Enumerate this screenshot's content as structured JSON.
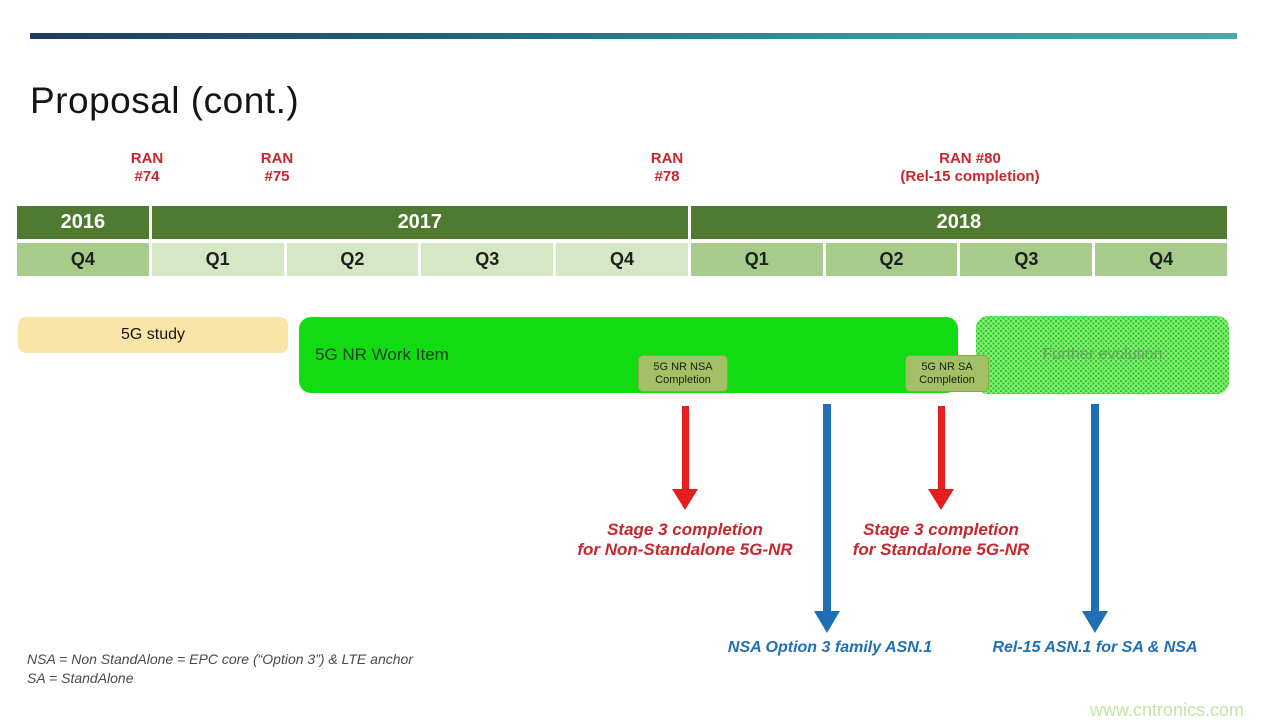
{
  "page": {
    "title": "Proposal (cont.)",
    "watermark": "www.cntronics.com"
  },
  "ran_milestones": [
    {
      "line1": "RAN",
      "line2": "#74"
    },
    {
      "line1": "RAN",
      "line2": "#75"
    },
    {
      "line1": "RAN",
      "line2": "#78"
    },
    {
      "line1": "RAN #80",
      "line2": "(Rel-15 completion)"
    }
  ],
  "timeline": {
    "years": [
      {
        "label": "2016"
      },
      {
        "label": "2017"
      },
      {
        "label": "2018"
      }
    ],
    "quarters": [
      "Q4",
      "Q1",
      "Q2",
      "Q3",
      "Q4",
      "Q1",
      "Q2",
      "Q3",
      "Q4"
    ]
  },
  "bars": {
    "study": {
      "label": "5G study"
    },
    "work_item": {
      "label": "5G NR Work Item"
    },
    "further": {
      "label": "Further evolution"
    }
  },
  "milestone_boxes": [
    {
      "line1": "5G NR NSA",
      "line2": "Completion"
    },
    {
      "line1": "5G NR SA",
      "line2": "Completion"
    }
  ],
  "annotations": {
    "stage3_nsa": {
      "line1": "Stage 3 completion",
      "line2": "for Non-Standalone 5G-NR"
    },
    "stage3_sa": {
      "line1": "Stage 3 completion",
      "line2": "for Standalone 5G-NR"
    },
    "asn1_nsa": "NSA Option 3  family ASN.1",
    "asn1_rel15": "Rel-15 ASN.1 for SA & NSA"
  },
  "footnotes": [
    "NSA = Non StandAlone = EPC core (“Option 3”) & LTE anchor",
    "SA = StandAlone"
  ],
  "colors": {
    "accent_rule_left": "#1f3a63",
    "accent_rule_right": "#49a7ad",
    "year_row": "#4e7a31",
    "quarter_medium": "#a6cb8b",
    "quarter_light": "#d5e7c5",
    "study_bar": "#fae5a9",
    "work_item_bar": "#11dc11",
    "milestone_box": "#a2c167",
    "red_accent": "#c9252c",
    "blue_accent": "#1d70b7"
  }
}
